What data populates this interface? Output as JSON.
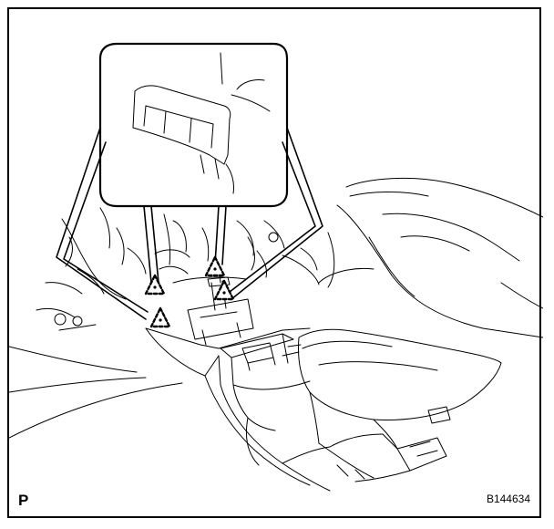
{
  "figure": {
    "corner_mark": "P",
    "code": "B144634"
  },
  "callouts": {
    "count": 4,
    "icon": "claw-clip-icon"
  }
}
